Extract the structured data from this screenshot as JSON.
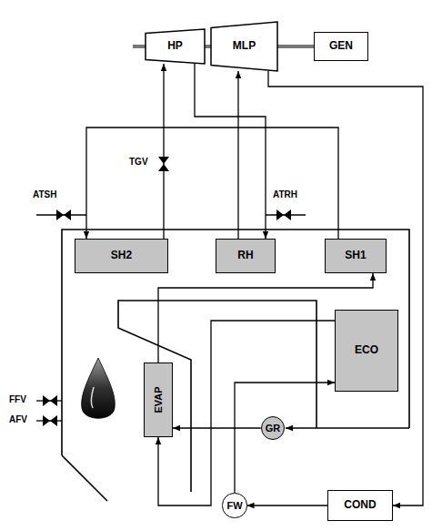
{
  "diagram": {
    "nodes": [
      {
        "text": [
          "HP"
        ]
      },
      {
        "text": [
          "MLP"
        ]
      },
      {
        "text": [
          "GEN"
        ]
      },
      {
        "text": [
          "SH2"
        ]
      },
      {
        "text": [
          "RH"
        ]
      },
      {
        "text": [
          "SH1"
        ]
      },
      {
        "text": [
          "ECO"
        ]
      },
      {
        "text": [
          "EVAP"
        ]
      },
      {
        "text": [
          "GR"
        ]
      },
      {
        "text": [
          "FW"
        ]
      },
      {
        "text": [
          "COND"
        ]
      }
    ],
    "edges": [
      {
        "from": 0,
        "to": 1,
        "arrow": "none"
      },
      {
        "from": 1,
        "to": 2,
        "arrow": "none"
      },
      {
        "from": 3,
        "to": 0,
        "arrow": "to"
      },
      {
        "from": 0,
        "to": 4,
        "arrow": "to"
      },
      {
        "from": 4,
        "to": 1,
        "arrow": "to"
      },
      {
        "from": 1,
        "to": 10,
        "arrow": "to"
      },
      {
        "from": 5,
        "to": 3,
        "arrow": "to"
      },
      {
        "from": 7,
        "to": 5,
        "arrow": "to"
      },
      {
        "from": 6,
        "to": 7,
        "arrow": "to"
      },
      {
        "from": 8,
        "to": 7,
        "arrow": "to"
      },
      {
        "from": 9,
        "to": 6,
        "arrow": "to"
      },
      {
        "from": 10,
        "to": 9,
        "arrow": "to"
      }
    ],
    "labels": [
      "TGV",
      "ATSH",
      "ATRH",
      "FFV",
      "AFV"
    ]
  }
}
